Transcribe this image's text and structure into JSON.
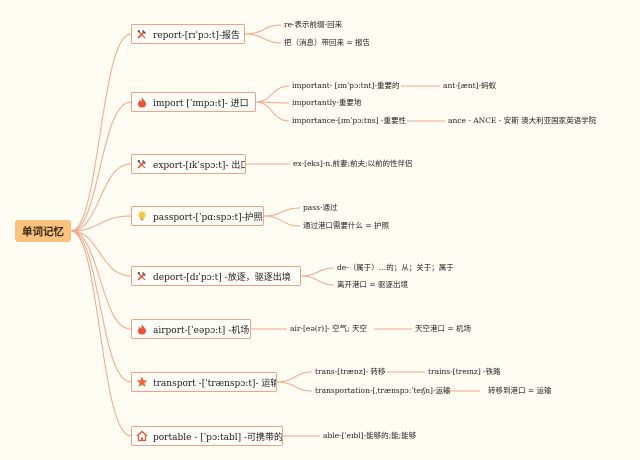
{
  "root": {
    "label": "单词记忆"
  },
  "branches": [
    {
      "icon": "tools-icon",
      "label": "report-[rɪˈpɔ:t]-报告",
      "leaves": [
        "re-表示前缀-回来",
        "把（消息）带回来 = 报告"
      ]
    },
    {
      "icon": "fire-icon",
      "label": "import [ˈɪmpɔ:t]- 进口",
      "leaves": [
        "important- [ɪmˈpɔ:tnt]-重要的",
        "ant-[ænt]-蚂蚁",
        "importantly-重要地",
        "importance-[ɪmˈpɔ:tns] -重要性",
        "ance - ANCE - 安斯 澳大利亚国家英语学院"
      ]
    },
    {
      "icon": "tools-icon",
      "label": "export-[ɪkˈspɔ:t]- 出口",
      "leaves": [
        "ex-[eks]-n.前妻;前夫;以前的性伴侣"
      ]
    },
    {
      "icon": "idea-bulb-icon",
      "label": "passport-[ˈpɑ:spɔ:t]-护照",
      "leaves": [
        "pass-通过",
        "通过港口需要什么 = 护照"
      ]
    },
    {
      "icon": "tools-icon",
      "label": "deport-[dɪˈpɔ:t] -放逐，驱逐出境",
      "leaves": [
        "de-（属于）…的；从；关于；属于",
        "离开港口 = 驱逐出境"
      ]
    },
    {
      "icon": "fire-icon",
      "label": "airport-[ˈeəpɔ:t] -机场",
      "leaves": [
        "air-[eə(r)]- 空气; 天空",
        "天空港口 = 机场"
      ]
    },
    {
      "icon": "star-icon",
      "label": "transport -[ˈtrænspɔ:t]- 运输",
      "leaves": [
        "trans-[trænz]- 转移",
        "trains-[treɪnz] -铁路",
        "transportation-[ˌtrænspɔ:ˈteɪʃn]-运输",
        "转移到港口 = 运输"
      ]
    },
    {
      "icon": "home-icon",
      "label": "portable - [ˈpɔ:tabl] -可携带的",
      "leaves": [
        "able-[ˈeɪbl]-能够的;能;能够"
      ]
    }
  ],
  "colors": {
    "connector": "#f3a688",
    "root_fill": "#fbc27d",
    "icon_red": "#e8533a",
    "icon_yellow": "#f6c842",
    "icon_orange": "#ea6c3a"
  }
}
